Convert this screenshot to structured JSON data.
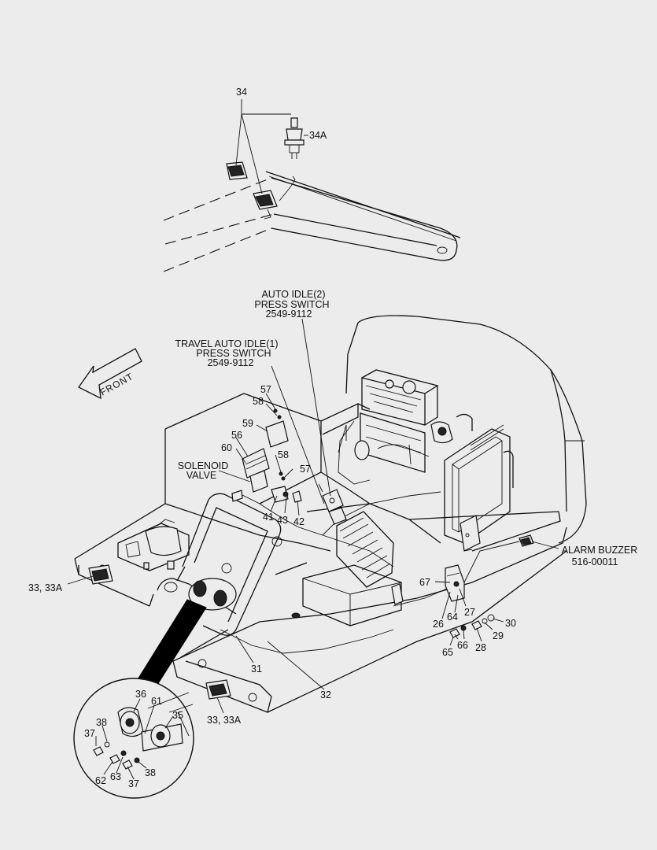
{
  "labels": {
    "lamp_34": "34",
    "bulb_34a": "34A",
    "front_arrow": "FRONT",
    "auto_idle_line1": "AUTO IDLE(2)",
    "auto_idle_line2": "PRESS SWITCH",
    "auto_idle_part": "2549-9112",
    "travel_line1": "TRAVEL AUTO IDLE(1)",
    "travel_line2": "PRESS SWITCH",
    "travel_part": "2549-9112",
    "solenoid_line1": "SOLENOID",
    "solenoid_line2": "VALVE",
    "alarm_line1": "ALARM BUZZER",
    "alarm_part": "516-00011",
    "p57a": "57",
    "p58a": "58",
    "p59": "59",
    "p56": "56",
    "p60": "60",
    "p58b": "58",
    "p57b": "57",
    "p41": "41",
    "p43": "43",
    "p42": "42",
    "p33_left": "33, 33A",
    "p33_bottom": "33, 33A",
    "p67": "67",
    "p26": "26",
    "p64": "64",
    "p27": "27",
    "p30": "30",
    "p29": "29",
    "p28": "28",
    "p66": "66",
    "p65": "65",
    "p31": "31",
    "p32": "32",
    "p36": "36",
    "p61": "61",
    "p35": "35",
    "p38a": "38",
    "p37a": "37",
    "p62": "62",
    "p63": "63",
    "p37b": "37",
    "p38b": "38"
  }
}
